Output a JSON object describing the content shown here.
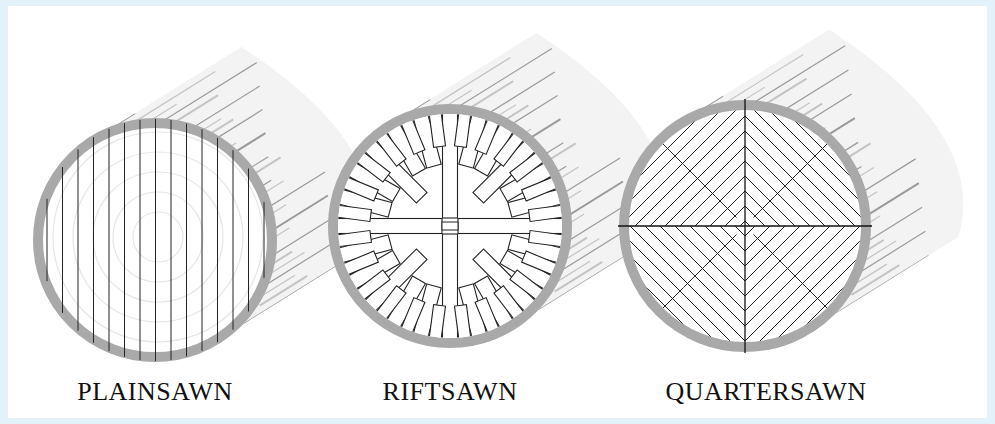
{
  "diagram": {
    "labels": [
      "PLAINSAWN",
      "RIFTSAWN",
      "QUARTERSAWN"
    ]
  }
}
